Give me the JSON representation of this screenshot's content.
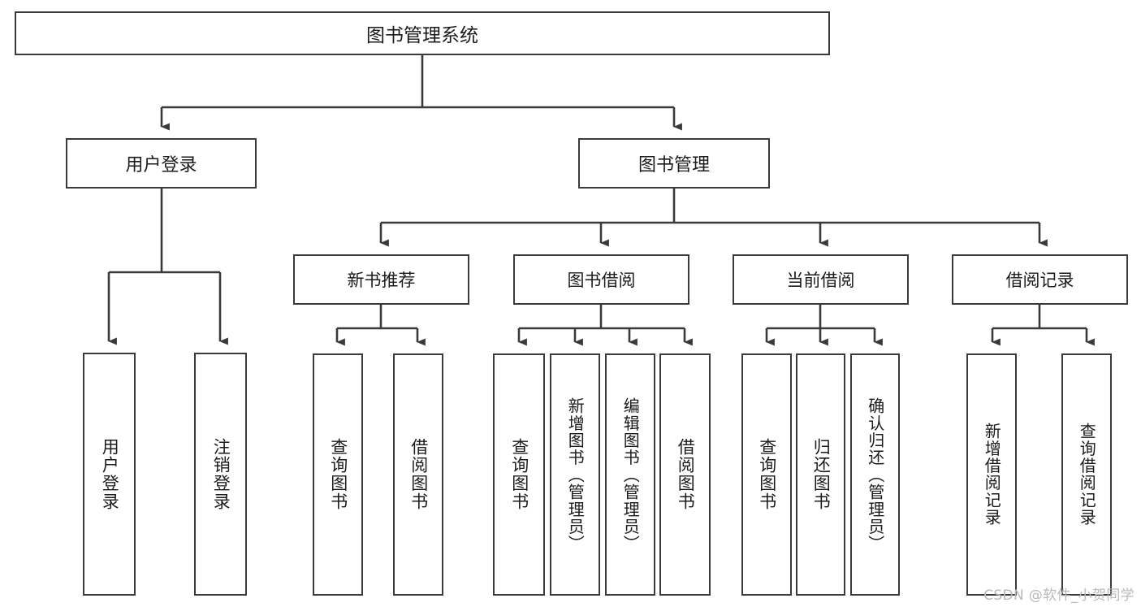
{
  "diagram": {
    "title": "图书管理系统",
    "type": "hierarchy-tree",
    "root": {
      "label": "图书管理系统"
    },
    "level2": [
      {
        "id": "user-login",
        "label": "用户登录"
      },
      {
        "id": "book-management",
        "label": "图书管理"
      }
    ],
    "level3": [
      {
        "id": "new-book-recommend",
        "label": "新书推荐",
        "parent": "book-management"
      },
      {
        "id": "book-borrow",
        "label": "图书借阅",
        "parent": "book-management"
      },
      {
        "id": "current-borrow",
        "label": "当前借阅",
        "parent": "book-management"
      },
      {
        "id": "borrow-record",
        "label": "借阅记录",
        "parent": "book-management"
      }
    ],
    "leaves": [
      {
        "id": "leaf-user-login",
        "label": "用户登录",
        "parent": "user-login"
      },
      {
        "id": "leaf-logout-login",
        "label": "注销登录",
        "parent": "user-login"
      },
      {
        "id": "leaf-query-book-1",
        "label": "查询图书",
        "parent": "new-book-recommend"
      },
      {
        "id": "leaf-borrow-book-1",
        "label": "借阅图书",
        "parent": "new-book-recommend"
      },
      {
        "id": "leaf-query-book-2",
        "label": "查询图书",
        "parent": "book-borrow"
      },
      {
        "id": "leaf-add-book",
        "label": "新增图书（管理员）",
        "parent": "book-borrow"
      },
      {
        "id": "leaf-edit-book",
        "label": "编辑图书（管理员）",
        "parent": "book-borrow"
      },
      {
        "id": "leaf-borrow-book-2",
        "label": "借阅图书",
        "parent": "book-borrow"
      },
      {
        "id": "leaf-query-book-3",
        "label": "查询图书",
        "parent": "current-borrow"
      },
      {
        "id": "leaf-return-book",
        "label": "归还图书",
        "parent": "current-borrow"
      },
      {
        "id": "leaf-confirm-return",
        "label": "确认归还（管理员）",
        "parent": "current-borrow"
      },
      {
        "id": "leaf-add-record",
        "label": "新增借阅记录",
        "parent": "borrow-record"
      },
      {
        "id": "leaf-query-record",
        "label": "查询借阅记录",
        "parent": "borrow-record"
      }
    ],
    "colors": {
      "stroke": "#3a3a3a",
      "fill": "#ffffff",
      "text": "#1b1b1b",
      "watermark": "#b9b9b9"
    }
  },
  "watermark": {
    "text": "CSDN @软件_小贺同学"
  }
}
